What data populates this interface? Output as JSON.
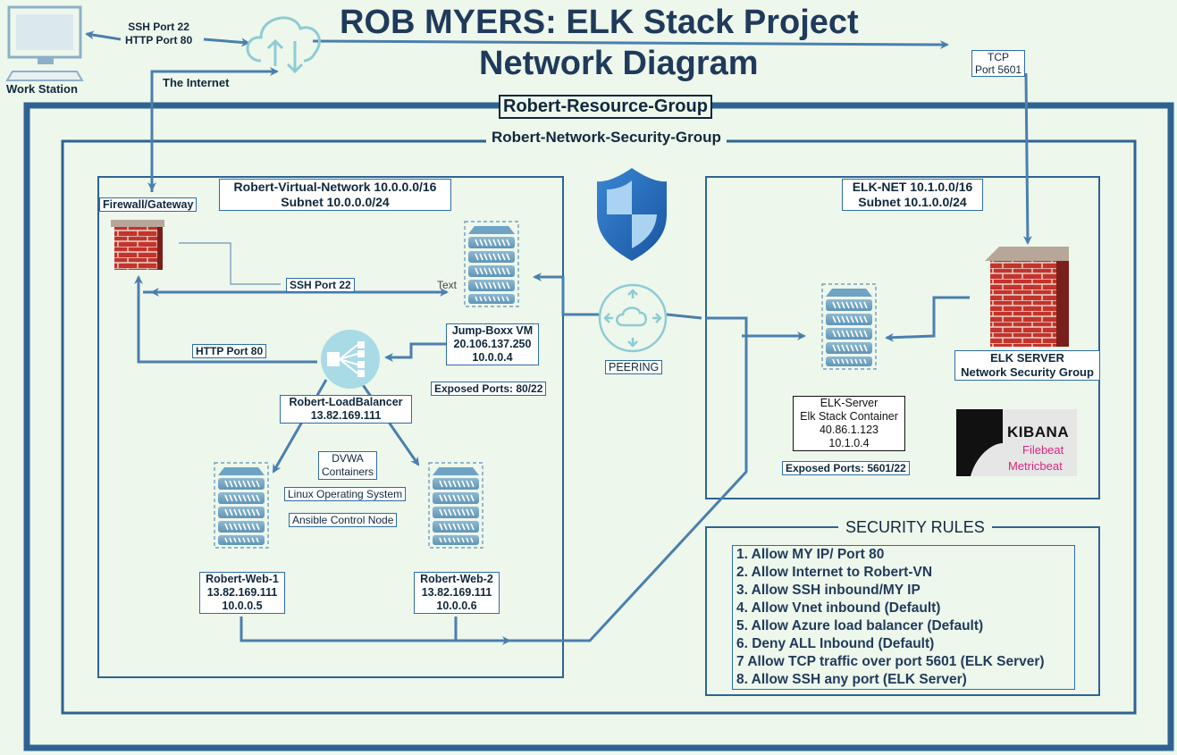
{
  "title": {
    "line1": "ROB MYERS: ELK Stack Project",
    "line2": "Network Diagram"
  },
  "workstation": {
    "label": "Work Station"
  },
  "internet": {
    "label": "The Internet",
    "ssh_port": "SSH Port 22",
    "http_port": "HTTP Port 80"
  },
  "tcp": {
    "line1": "TCP",
    "line2": "Port 5601"
  },
  "resource_group": "Robert-Resource-Group",
  "network_security_group": "Robert-Network-Security-Group",
  "vnet": {
    "line1": "Robert-Virtual-Network 10.0.0.0/16",
    "line2": "Subnet 10.0.0.0/24"
  },
  "firewall": {
    "label": "Firewall/Gateway"
  },
  "ssh_link": "SSH Port 22",
  "http_link": "HTTP Port 80",
  "text_label": "Text",
  "jumpbox": {
    "name": "Jump-Boxx VM",
    "public_ip": "20.106.137.250",
    "private_ip": "10.0.0.4",
    "ports": "Exposed Ports: 80/22"
  },
  "load_balancer": {
    "name": "Robert-LoadBalancer",
    "ip": "13.82.169.111"
  },
  "dvwa": {
    "line1": "DVWA",
    "line2": "Containers"
  },
  "linux_os": "Linux Operating System",
  "ansible": "Ansible Control Node",
  "web1": {
    "name": "Robert-Web-1",
    "public_ip": "13.82.169.111",
    "private_ip": "10.0.0.5"
  },
  "web2": {
    "name": "Robert-Web-2",
    "public_ip": "13.82.169.111",
    "private_ip": "10.0.0.6"
  },
  "peering": "PEERING",
  "elknet": {
    "line1": "ELK-NET 10.1.0.0/16",
    "line2": "Subnet 10.1.0.0/24"
  },
  "elk_server": {
    "line1": "ELK-Server",
    "line2": "Elk Stack Container",
    "line3": "40.86.1.123",
    "line4": "10.1.0.4",
    "ports": "Exposed Ports: 5601/22"
  },
  "elk_nsg": {
    "line1": "ELK SERVER",
    "line2": "Network Security Group"
  },
  "kibana": {
    "brand": "KIBANA",
    "beat1": "Filebeat",
    "beat2": "Metricbeat"
  },
  "security_rules": {
    "title": "SECURITY RULES",
    "rules": [
      "1. Allow MY IP/ Port 80",
      "2. Allow Internet to Robert-VN",
      "3. Allow SSH inbound/MY IP",
      "4. Allow Vnet inbound (Default)",
      "5. Allow Azure load balancer (Default)",
      "6. Deny ALL Inbound (Default)",
      "7 Allow TCP traffic over port 5601 (ELK Server)",
      "8. Allow SSH any port (ELK Server)"
    ]
  },
  "colors": {
    "line": "#4a7fae",
    "box": "#2e6391",
    "background": "#eef7ec",
    "title": "#1f3a5a",
    "firewall_red": "#c4332c",
    "kibana_pink": "#d6287e"
  }
}
